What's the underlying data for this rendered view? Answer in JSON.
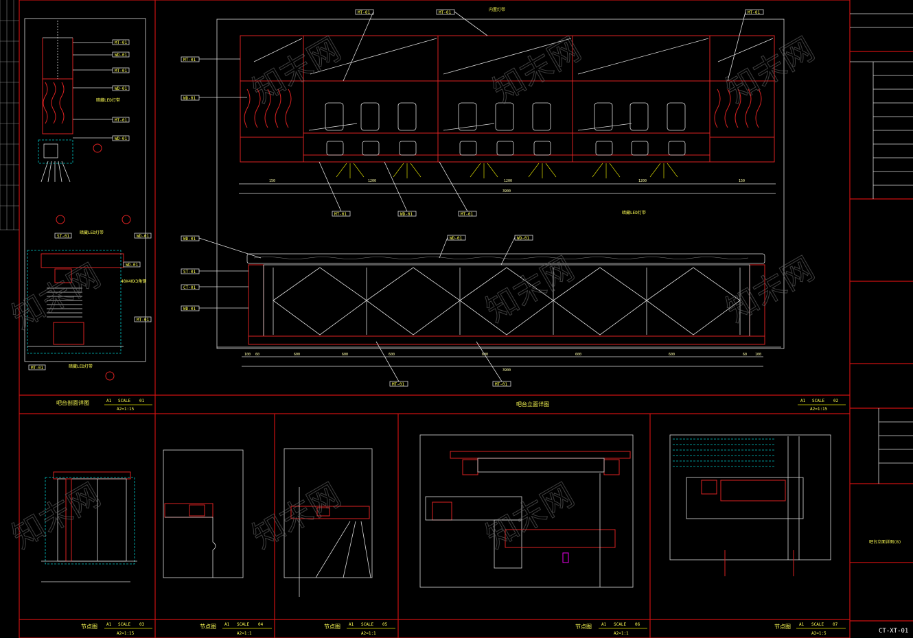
{
  "colors": {
    "frame": "#cc1111",
    "line": "#dddddd",
    "text": "#ffff55",
    "cyan": "#00cccc",
    "background": "#000000"
  },
  "drawing_code": "CT-XT-01",
  "sheet_title_block": {
    "drawing_name": "吧台立面详图(B)"
  },
  "panels": [
    {
      "id": "01",
      "title": "吧台剖面详图",
      "size_label": "A1",
      "scale_label": "SCALE",
      "ratio": "A2=1:15"
    },
    {
      "id": "02",
      "title": "吧台立面详图",
      "size_label": "A1",
      "scale_label": "SCALE",
      "ratio": "A2=1:15"
    },
    {
      "id": "03",
      "title": "节点图",
      "size_label": "A1",
      "scale_label": "SCALE",
      "ratio": "A2=1:15"
    },
    {
      "id": "04",
      "title": "节点图",
      "size_label": "A1",
      "scale_label": "SCALE",
      "ratio": "A2=1:1"
    },
    {
      "id": "05",
      "title": "节点图",
      "size_label": "A1",
      "scale_label": "SCALE",
      "ratio": "A2=1:1"
    },
    {
      "id": "06",
      "title": "节点图",
      "size_label": "A1",
      "scale_label": "SCALE",
      "ratio": "A2=1:1"
    },
    {
      "id": "07",
      "title": "节点图",
      "size_label": "A1",
      "scale_label": "SCALE",
      "ratio": "A2=1:5"
    }
  ],
  "elevation_tags": {
    "top_left": "MT-01",
    "top_mid": "MT-01",
    "top_note": "内置灯带",
    "top_right": "MT-01",
    "left_1": "MT-01",
    "left_2": "WD-01",
    "bottom_1": "MT-01",
    "bottom_2": "WD-01",
    "bottom_3": "MT-01",
    "led_note": "暗藏LED灯带",
    "counter_top_1": "WD-01",
    "counter_top_2": "WD-01",
    "counter_left_1": "WD-01",
    "counter_left_2": "ST-01",
    "counter_left_3": "CT-01",
    "counter_left_4": "WD-01",
    "counter_bottom_1": "MT-01",
    "counter_bottom_2": "MT-01"
  },
  "section_tags": [
    "MT-01",
    "WD-01",
    "MT-01",
    "WD-01",
    "暗藏LED灯带",
    "MT-01",
    "WD-01"
  ],
  "section_lower_tags": [
    "ST-01",
    "暗藏LED灯带",
    "WD-01",
    "WD-01",
    "40X40X3角钢",
    "MT-01",
    "MT-01",
    "暗藏LED灯带"
  ],
  "watermark": "知末网",
  "dims_top": [
    "150",
    "1200",
    "1200",
    "1200",
    "150"
  ],
  "dims_total_top": "3900",
  "dims_bottom": [
    "100",
    "60",
    "600",
    "600",
    "600",
    "600",
    "600",
    "600",
    "60",
    "100"
  ],
  "dims_total_bottom": "3900"
}
